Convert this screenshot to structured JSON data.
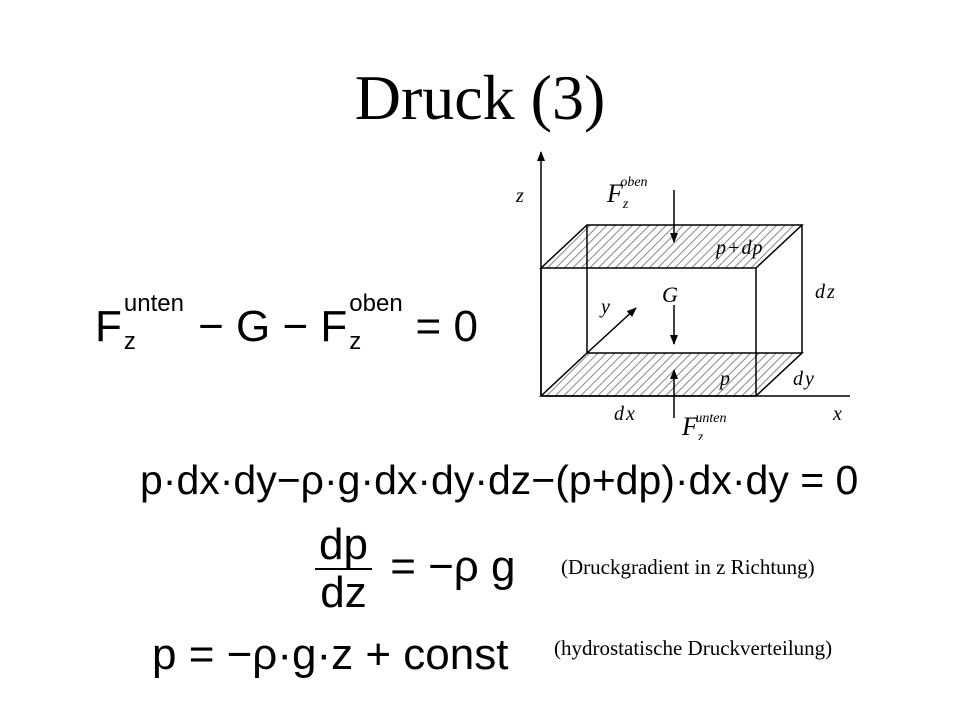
{
  "slide": {
    "title": "Druck (3)"
  },
  "equations": {
    "balance": {
      "F": "F",
      "z": "z",
      "unten": "unten",
      "minus_g": " − G − ",
      "oben": "oben",
      "equals_zero": " = 0"
    },
    "force_sum": "p·dx·dy−ρ·g·dx·dy·dz−(p+dp)·dx·dy = 0",
    "gradient": {
      "numerator": "dp",
      "denominator": "dz",
      "rhs": "= −ρ  g"
    },
    "distribution": "p = −ρ·g·z + const"
  },
  "notes": {
    "gradient_note": "(Druckgradient in z Richtung)",
    "distribution_note": "(hydrostatische Druckverteilung)"
  },
  "diagram": {
    "axis_z": "z",
    "axis_x": "x",
    "axis_y": "y",
    "label_F": "F",
    "label_z_sub": "z",
    "label_oben": "oben",
    "label_unten": "unten",
    "label_p_dp": "p+dp",
    "label_p": "p",
    "label_G": "G",
    "label_dz": "dz",
    "label_dy": "dy",
    "label_dx": "dx"
  }
}
